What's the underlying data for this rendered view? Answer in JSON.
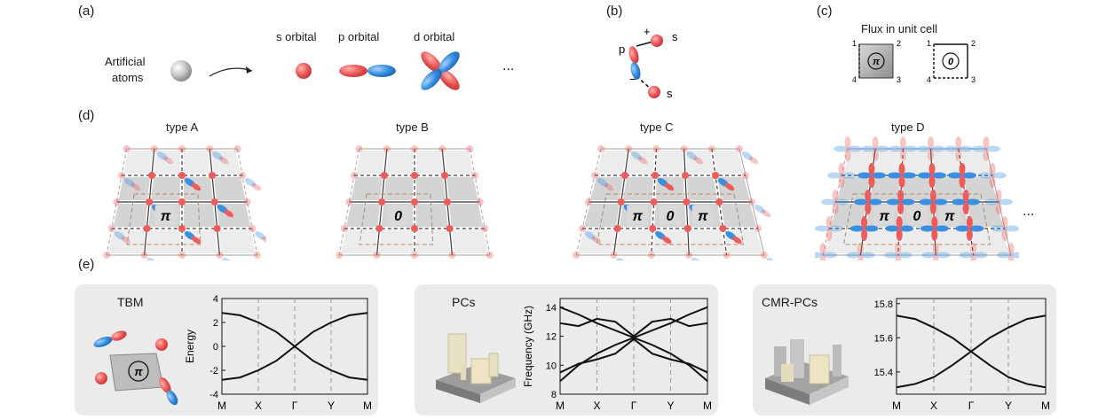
{
  "panel_labels": {
    "a": "(a)",
    "b": "(b)",
    "c": "(c)",
    "d": "(d)",
    "e": "(e)"
  },
  "panel_a": {
    "atom_label_line1": "Artificial",
    "atom_label_line2": "atoms",
    "s_label": "s orbital",
    "p_label": "p orbital",
    "d_label": "d orbital",
    "ellipsis": "..."
  },
  "panel_b": {
    "p": "p",
    "s_top": "s",
    "s_bottom": "s",
    "plus": "+",
    "minus": "−"
  },
  "panel_c": {
    "title": "Flux in unit cell",
    "pi_label": "π",
    "zero_label": "0",
    "corner_labels": [
      "1",
      "2",
      "3",
      "4"
    ]
  },
  "panel_d": {
    "types": [
      "type A",
      "type B",
      "type C",
      "type D"
    ],
    "flux_A": [
      "π"
    ],
    "flux_B": [
      "0"
    ],
    "flux_C": [
      "π",
      "0",
      "π"
    ],
    "flux_D": [
      "π",
      "0",
      "π"
    ],
    "ellipsis": "..."
  },
  "panel_e": {
    "titles": [
      "TBM",
      "PCs",
      "CMR-PCs"
    ],
    "tbm_flux": "π"
  },
  "chart_data": [
    {
      "type": "line",
      "title": "TBM",
      "ylabel": "Energy",
      "xlabel": "",
      "categories": [
        "M",
        "X",
        "Γ",
        "Y",
        "M"
      ],
      "ylim": [
        -4,
        4
      ],
      "yticks": [
        "4",
        "2",
        "0",
        "-2",
        "-4"
      ],
      "series": [
        {
          "values": [
            [
              0,
              2.8
            ],
            [
              0.5,
              2.6
            ],
            [
              1,
              2.0
            ],
            [
              1.5,
              1.2
            ],
            [
              2,
              0
            ],
            [
              2.5,
              -1.2
            ],
            [
              3,
              -2.0
            ],
            [
              3.5,
              -2.6
            ],
            [
              4,
              -2.8
            ]
          ]
        },
        {
          "values": [
            [
              0,
              -2.8
            ],
            [
              0.5,
              -2.6
            ],
            [
              1,
              -2.0
            ],
            [
              1.5,
              -1.2
            ],
            [
              2,
              0
            ],
            [
              2.5,
              1.2
            ],
            [
              3,
              2.0
            ],
            [
              3.5,
              2.6
            ],
            [
              4,
              2.8
            ]
          ]
        }
      ]
    },
    {
      "type": "line",
      "title": "PCs",
      "ylabel": "Frequency (GHz)",
      "xlabel": "",
      "categories": [
        "M",
        "X",
        "Γ",
        "Y",
        "M"
      ],
      "ylim": [
        8,
        14.6
      ],
      "yticks": [
        "14",
        "12",
        "10",
        "8"
      ],
      "series": [
        {
          "values": [
            [
              0,
              14.0
            ],
            [
              0.5,
              13.5
            ],
            [
              1,
              12.9
            ],
            [
              1.5,
              12.4
            ],
            [
              2,
              11.9
            ],
            [
              2.5,
              11.4
            ],
            [
              3,
              10.8
            ],
            [
              3.5,
              10.0
            ],
            [
              4,
              8.9
            ]
          ]
        },
        {
          "values": [
            [
              0,
              8.9
            ],
            [
              0.5,
              10.0
            ],
            [
              1,
              10.8
            ],
            [
              1.5,
              11.4
            ],
            [
              2,
              11.9
            ],
            [
              2.5,
              12.4
            ],
            [
              3,
              12.9
            ],
            [
              3.5,
              13.5
            ],
            [
              4,
              14.0
            ]
          ]
        },
        {
          "values": [
            [
              0,
              12.9
            ],
            [
              0.5,
              12.7
            ],
            [
              1,
              13.2
            ],
            [
              1.5,
              13.0
            ],
            [
              2,
              12.0
            ],
            [
              2.5,
              13.0
            ],
            [
              3,
              13.2
            ],
            [
              3.5,
              12.7
            ],
            [
              4,
              12.9
            ]
          ]
        },
        {
          "values": [
            [
              0,
              9.5
            ],
            [
              0.5,
              10.1
            ],
            [
              1,
              10.4
            ],
            [
              1.5,
              10.8
            ],
            [
              2,
              11.8
            ],
            [
              2.5,
              10.8
            ],
            [
              3,
              10.4
            ],
            [
              3.5,
              10.1
            ],
            [
              4,
              9.5
            ]
          ]
        }
      ]
    },
    {
      "type": "line",
      "title": "CMR-PCs",
      "ylabel": "",
      "xlabel": "",
      "categories": [
        "M",
        "X",
        "Γ",
        "Y",
        "M"
      ],
      "ylim": [
        15.27,
        15.83
      ],
      "yticks": [
        "15.8",
        "15.6",
        "15.4"
      ],
      "series": [
        {
          "values": [
            [
              0,
              15.73
            ],
            [
              0.5,
              15.71
            ],
            [
              1,
              15.66
            ],
            [
              1.5,
              15.6
            ],
            [
              2,
              15.52
            ],
            [
              2.5,
              15.44
            ],
            [
              3,
              15.37
            ],
            [
              3.5,
              15.33
            ],
            [
              4,
              15.31
            ]
          ]
        },
        {
          "values": [
            [
              0,
              15.31
            ],
            [
              0.5,
              15.33
            ],
            [
              1,
              15.37
            ],
            [
              1.5,
              15.44
            ],
            [
              2,
              15.52
            ],
            [
              2.5,
              15.6
            ],
            [
              3,
              15.66
            ],
            [
              3.5,
              15.71
            ],
            [
              4,
              15.73
            ]
          ]
        }
      ]
    }
  ],
  "colors": {
    "red": "#ee5b5b",
    "blue": "#3a8fe0",
    "panel_bg": "#ebebeb",
    "line": "#111111",
    "dash": "#9a9a9a"
  }
}
